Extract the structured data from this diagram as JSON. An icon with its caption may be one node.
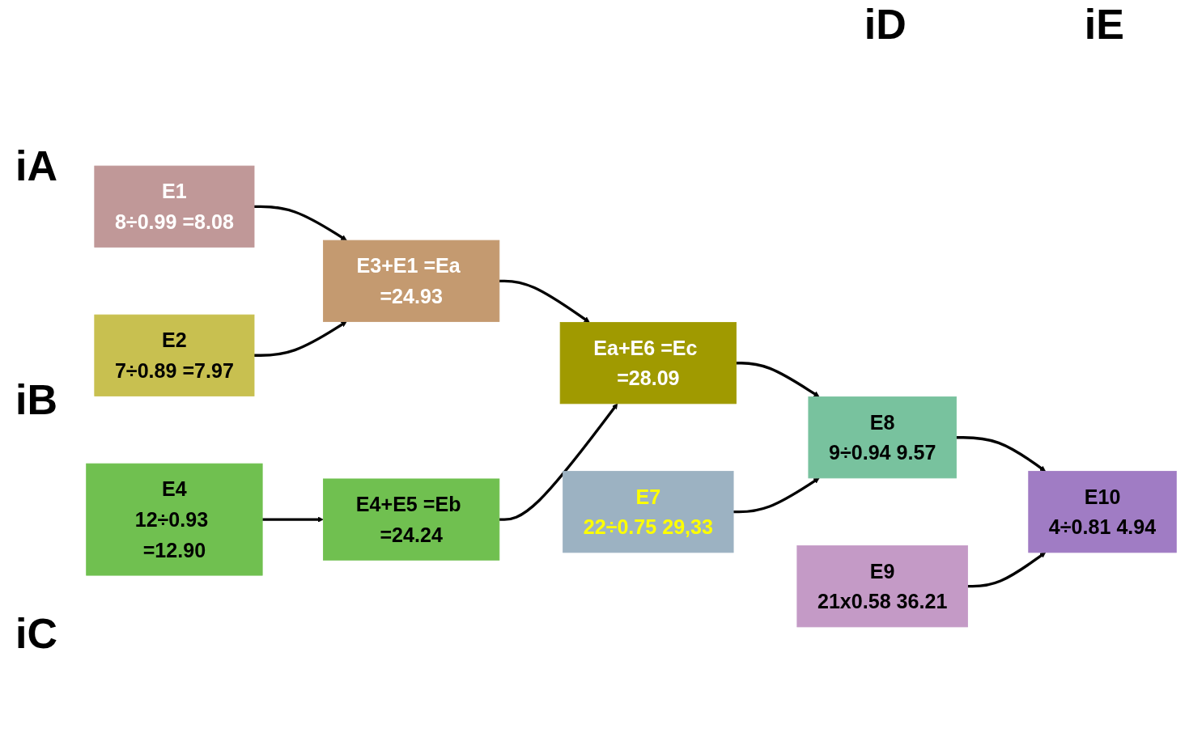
{
  "diagram": {
    "nodes": [
      {
        "text": [
          "E1",
          "8÷0.99 =8.08"
        ]
      },
      {
        "text": [
          "E3+E1 =Ea =24.93"
        ]
      },
      {
        "text": [
          "E2",
          "7÷0.89 =7.97"
        ]
      },
      {
        "text": [
          "Ea+E6 =Ec =28.09"
        ]
      },
      {
        "text": [
          "E7",
          "22÷0.75 29,33"
        ]
      },
      {
        "text": [
          "E9",
          "21x0.58 36.21"
        ]
      },
      {
        "text": [
          "E8",
          "9÷0.94 9.57"
        ]
      },
      {
        "text": [
          "E10",
          "4÷0.81 4.94"
        ]
      },
      {
        "text": [
          "E4",
          "12÷0.93 =12.90"
        ]
      },
      {
        "text": [
          "E4+E5 =Eb =24.24"
        ]
      }
    ],
    "edges": [
      {
        "from": 0,
        "to": 1,
        "arrow": "to"
      },
      {
        "from": 2,
        "to": 1,
        "arrow": "to"
      },
      {
        "from": 1,
        "to": 3,
        "arrow": "to"
      },
      {
        "from": 9,
        "to": 3,
        "arrow": "to"
      },
      {
        "from": 8,
        "to": 9,
        "arrow": "to"
      },
      {
        "from": 3,
        "to": 6,
        "arrow": "to"
      },
      {
        "from": 4,
        "to": 6,
        "arrow": "to"
      },
      {
        "from": 6,
        "to": 7,
        "arrow": "to"
      },
      {
        "from": 5,
        "to": 7,
        "arrow": "to"
      }
    ],
    "labels": [
      "iD",
      "iE",
      "iA",
      "iB",
      "iC"
    ]
  }
}
